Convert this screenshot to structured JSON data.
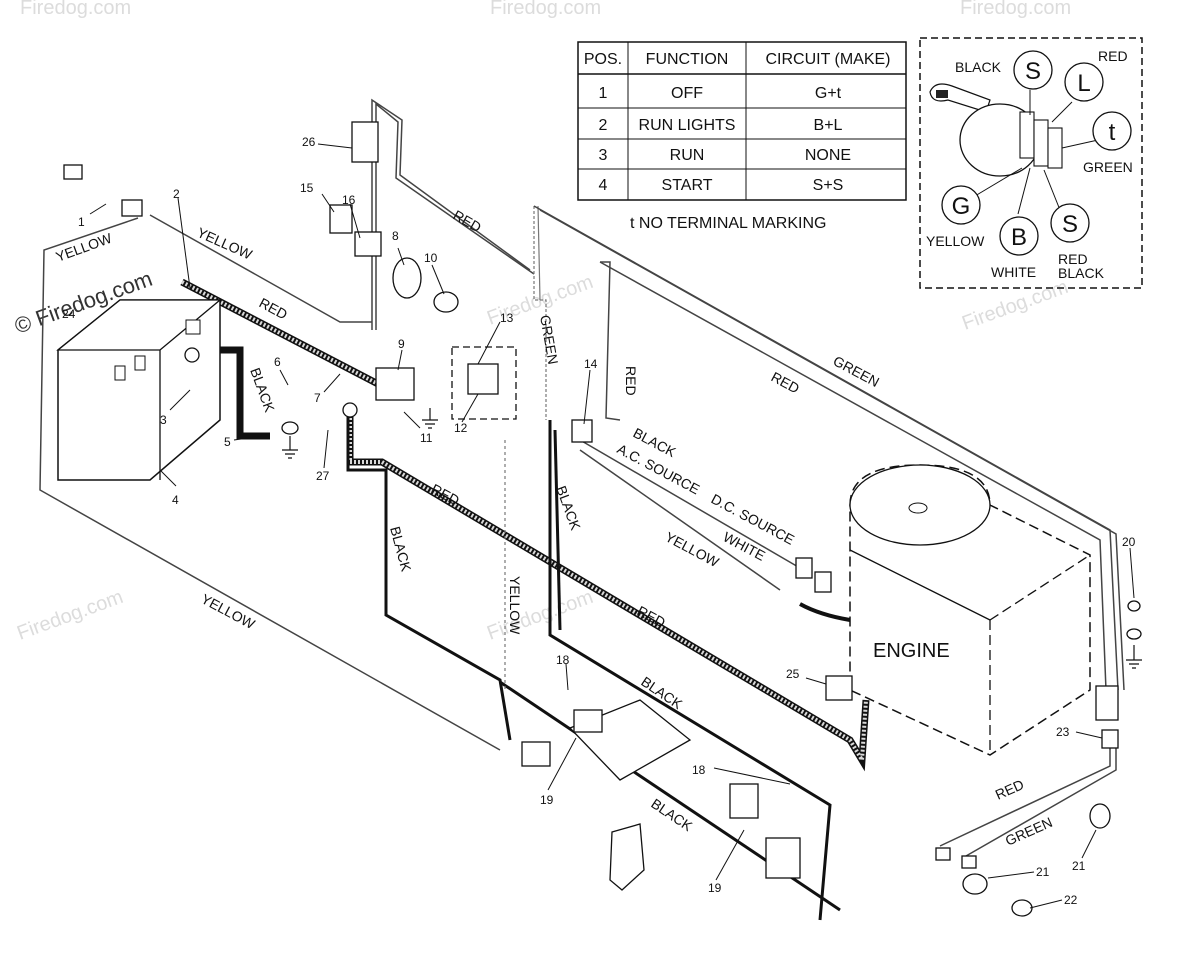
{
  "table": {
    "headers": [
      "POS.",
      "FUNCTION",
      "CIRCUIT  (MAKE)"
    ],
    "rows": [
      [
        "1",
        "OFF",
        "G+t"
      ],
      [
        "2",
        "RUN LIGHTS",
        "B+L"
      ],
      [
        "3",
        "RUN",
        "NONE"
      ],
      [
        "4",
        "START",
        "S+S"
      ]
    ],
    "note": "t  NO TERMINAL MARKING"
  },
  "switch_inset": {
    "terminals": {
      "s_top": "S",
      "l": "L",
      "t": "t",
      "g": "G",
      "b": "B",
      "s_bottom": "S"
    },
    "wire_labels": {
      "black": "BLACK",
      "red": "RED",
      "green": "GREEN",
      "yellow": "YELLOW",
      "white": "WHITE",
      "red_black_1": "RED",
      "red_black_2": "BLACK"
    }
  },
  "engine_label": "ENGINE",
  "wire_labels": {
    "yellow_1": "YELLOW",
    "yellow_2": "YELLOW",
    "yellow_3": "YELLOW",
    "yellow_4": "YELLOW",
    "yellow_5": "YELLOW",
    "red_1": "RED",
    "red_2": "RED",
    "red_3": "RED",
    "red_4": "RED",
    "red_5": "RED",
    "red_6": "RED",
    "red_7": "RED",
    "black_1": "BLACK",
    "black_2": "BLACK",
    "black_3": "BLACK",
    "black_4": "BLACK",
    "black_5": "BLACK",
    "black_6": "BLACK",
    "green_1": "GREEN",
    "green_2": "GREEN",
    "green_3": "GREEN",
    "ac_source": "A.C. SOURCE",
    "dc_source": "D.C. SOURCE",
    "white": "WHITE"
  },
  "callouts": [
    "1",
    "2",
    "3",
    "4",
    "5",
    "6",
    "7",
    "8",
    "9",
    "10",
    "11",
    "12",
    "13",
    "14",
    "15",
    "16",
    "18",
    "18",
    "19",
    "19",
    "20",
    "21",
    "21",
    "22",
    "23",
    "24",
    "25",
    "26",
    "27"
  ],
  "watermark": "Firedog.com",
  "watermark_prefix": "© Firedog.com"
}
